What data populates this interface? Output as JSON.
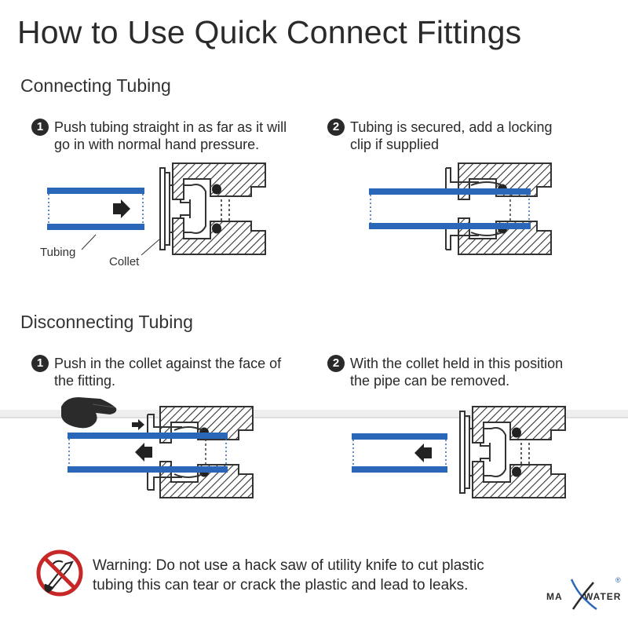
{
  "title": "How to Use Quick Connect Fittings",
  "connecting": {
    "heading": "Connecting Tubing",
    "step1": {
      "number": "1",
      "line1": "Push tubing straight in as far as it will",
      "line2": "go in with normal hand pressure."
    },
    "step2": {
      "number": "2",
      "line1": "Tubing is secured, add a locking",
      "line2": "clip if supplied"
    },
    "labels": {
      "tubing": "Tubing",
      "collet": "Collet"
    }
  },
  "disconnecting": {
    "heading": "Disconnecting Tubing",
    "step1": {
      "number": "1",
      "line1": "Push in the collet against the face of",
      "line2": "the fitting."
    },
    "step2": {
      "number": "2",
      "line1": "With the collet held in this position",
      "line2": "the pipe can be removed."
    }
  },
  "warning": {
    "line1": "Warning: Do not use a hack saw of utility knife to cut plastic",
    "line2": "tubing this can tear or crack the plastic and lead to leaks.",
    "icon": "no-saw-icon"
  },
  "brand": {
    "left": "MA",
    "right": "WATER",
    "registered": "®"
  },
  "colors": {
    "tube": "#2a67b8",
    "ink": "#2a2a2a",
    "warning_red": "#c62828"
  }
}
